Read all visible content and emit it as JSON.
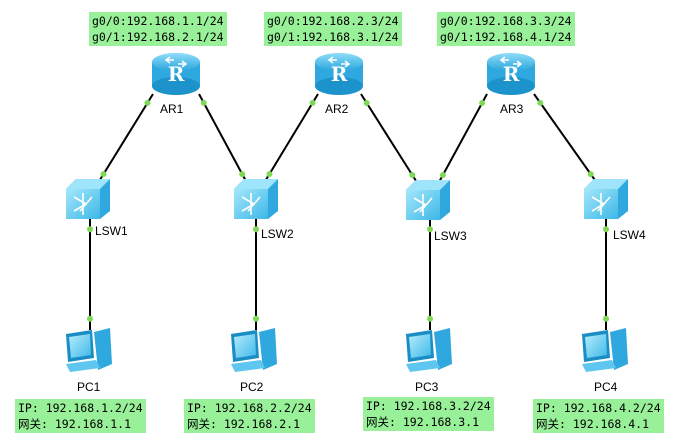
{
  "colors": {
    "link": "#000000",
    "port_dot": "#7ed957",
    "label_bg": "#98f098",
    "router_body": "#59c3f0",
    "switch_body": "#6cd3f4",
    "pc_body": "#7fd7f7"
  },
  "routers": [
    {
      "id": "ar1",
      "name": "AR1",
      "icon": "router-icon",
      "letter": "R",
      "interfaces": [
        "g0/0:192.168.1.1/24",
        "g0/1:192.168.2.1/24"
      ]
    },
    {
      "id": "ar2",
      "name": "AR2",
      "icon": "router-icon",
      "letter": "R",
      "interfaces": [
        "g0/0:192.168.2.3/24",
        "g0/1:192.168.3.1/24"
      ]
    },
    {
      "id": "ar3",
      "name": "AR3",
      "icon": "router-icon",
      "letter": "R",
      "interfaces": [
        "g0/0:192.168.3.3/24",
        "g0/1:192.168.4.1/24"
      ]
    }
  ],
  "switches": [
    {
      "id": "lsw1",
      "name": "LSW1",
      "icon": "switch-icon"
    },
    {
      "id": "lsw2",
      "name": "LSW2",
      "icon": "switch-icon"
    },
    {
      "id": "lsw3",
      "name": "LSW3",
      "icon": "switch-icon"
    },
    {
      "id": "lsw4",
      "name": "LSW4",
      "icon": "switch-icon"
    }
  ],
  "pcs": [
    {
      "id": "pc1",
      "name": "PC1",
      "icon": "pc-icon",
      "ip": "IP: 192.168.1.2/24",
      "gateway": "网关: 192.168.1.1"
    },
    {
      "id": "pc2",
      "name": "PC2",
      "icon": "pc-icon",
      "ip": "IP: 192.168.2.2/24",
      "gateway": "网关: 192.168.2.1"
    },
    {
      "id": "pc3",
      "name": "PC3",
      "icon": "pc-icon",
      "ip": "IP: 192.168.3.2/24",
      "gateway": "网关: 192.168.3.1"
    },
    {
      "id": "pc4",
      "name": "PC4",
      "icon": "pc-icon",
      "ip": "IP: 192.168.4.2/24",
      "gateway": "网关: 192.168.4.1"
    }
  ],
  "links": [
    {
      "from": "ar1",
      "to": "lsw1"
    },
    {
      "from": "ar1",
      "to": "lsw2"
    },
    {
      "from": "ar2",
      "to": "lsw2"
    },
    {
      "from": "ar2",
      "to": "lsw3"
    },
    {
      "from": "ar3",
      "to": "lsw3"
    },
    {
      "from": "ar3",
      "to": "lsw4"
    },
    {
      "from": "lsw1",
      "to": "pc1"
    },
    {
      "from": "lsw2",
      "to": "pc2"
    },
    {
      "from": "lsw3",
      "to": "pc3"
    },
    {
      "from": "lsw4",
      "to": "pc4"
    }
  ]
}
